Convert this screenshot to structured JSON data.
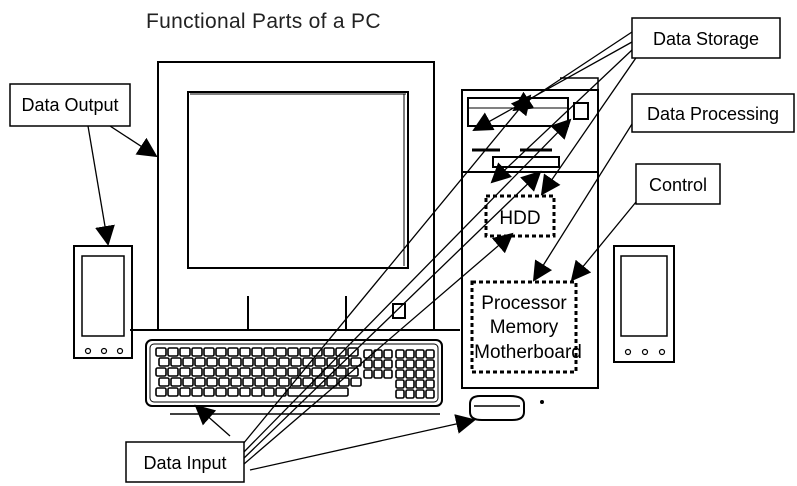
{
  "title": "Functional Parts of a PC",
  "callouts": {
    "data_output": "Data Output",
    "data_storage": "Data Storage",
    "data_processing": "Data Processing",
    "control": "Control",
    "data_input": "Data Input"
  },
  "components": {
    "hdd": "HDD",
    "board_line1": "Processor",
    "board_line2": "Memory",
    "board_line3": "Motherboard"
  }
}
